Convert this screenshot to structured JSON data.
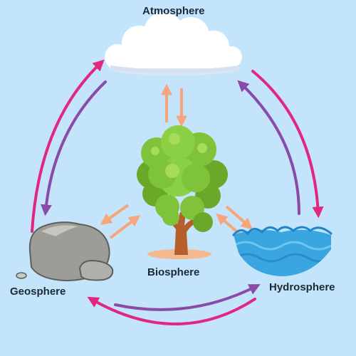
{
  "labels": {
    "atmosphere": "Atmosphere",
    "biosphere": "Biosphere",
    "geosphere": "Geosphere",
    "hydrosphere": "Hydrosphere"
  },
  "colors": {
    "background": "#c3e4fb",
    "arrow_magenta": "#e2277f",
    "arrow_purple": "#8a4aa8",
    "arrow_peach": "#f7a57a",
    "water": "#3aa6e0",
    "rock": "#9d9d98",
    "foliage": "#7fc33a",
    "trunk": "#b5602a",
    "cloud": "#ffffff"
  },
  "icons": [
    "cloud-icon",
    "tree-icon",
    "rock-icon",
    "water-icon"
  ]
}
